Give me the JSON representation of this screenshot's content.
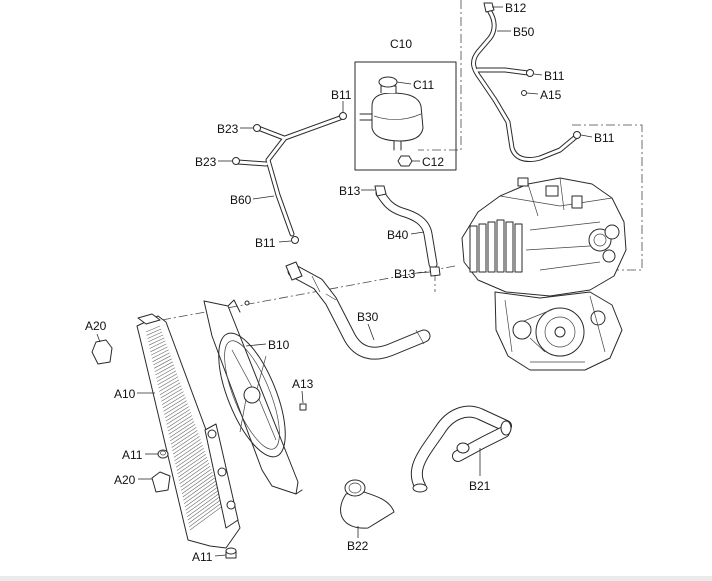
{
  "diagram": {
    "callouts": [
      "B12",
      "B50",
      "C10",
      "C11",
      "B11",
      "B11",
      "A15",
      "B23",
      "B23",
      "C12",
      "B11",
      "B13",
      "B60",
      "B40",
      "B11",
      "B13",
      "A20",
      "B30",
      "B10",
      "A13",
      "A10",
      "A11",
      "A20",
      "B21",
      "B22",
      "A11"
    ]
  },
  "colors": {
    "line": "#2a2a2a",
    "background": "#ffffff",
    "footer_bar": "#ebebeb"
  }
}
